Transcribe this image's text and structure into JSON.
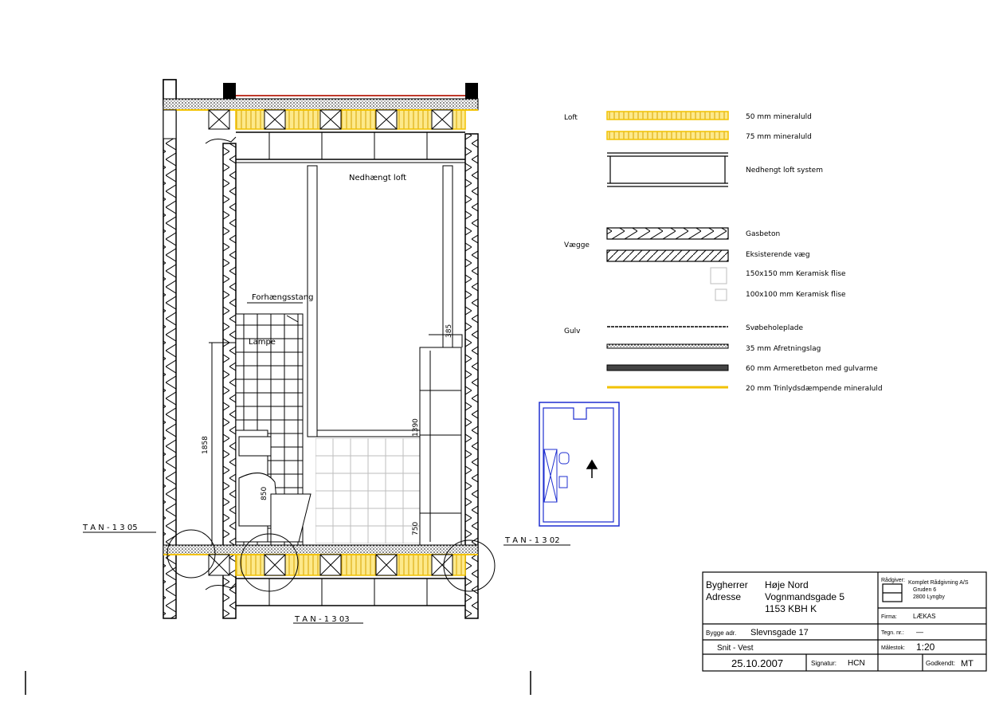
{
  "plan": {
    "labels": {
      "ceiling": "Nedhængt loft",
      "curtain_rod": "Forhængsstang",
      "lamp": "Lampe",
      "dim_1858": "1858",
      "dim_850": "850",
      "dim_1390": "1390",
      "dim_750": "750",
      "dim_385": "385"
    },
    "sections": {
      "left": "T A N - 1 3 05",
      "right": "T A N - 1 3 02",
      "bottom": "T A N - 1 3 03"
    }
  },
  "legend": {
    "groups": {
      "loft": "Loft",
      "vaegge": "Vægge",
      "gulv": "Gulv"
    },
    "items": {
      "l1": "50  mm  mineraluld",
      "l2": "75  mm  mineraluld",
      "l3": "Nedhengt  loft  system",
      "v1": "Gasbeton",
      "v2": "Eksisterende  væg",
      "v3": "150x150  mm  Keramisk  flise",
      "v4": "100x100  mm  Keramisk  flise",
      "g1": "Svøbeholeplade",
      "g2": "35  mm  Afretningslag",
      "g3": "60  mm  Armeretbeton  med  gulvarme",
      "g4": "20  mm  Trinlydsdæmpende  mineraluld"
    }
  },
  "title_block": {
    "bygherre_label": "Bygherrer",
    "bygherre_value": "Høje Nord",
    "adresse_label": "Adresse",
    "adresse_line1": "Vognmandsgade 5",
    "adresse_line2": "1153  KBH  K",
    "byggeadresse_label": "Bygge adr.",
    "byggeadresse_value": "Slevnsgade 17",
    "snit": "Snit  -  Vest",
    "date": "25.10.2007",
    "signatur_label": "Signatur:",
    "signatur_value": "HCN",
    "raadgiver_label": "Rådgiver:",
    "raadgiver_line1": "Komplet Rådgivning A/S",
    "raadgiver_line2": "Gruden 6",
    "raadgiver_line3": "2800 Lyngby",
    "firma_label": "Firma:",
    "firma_value": "LÆKAS",
    "tegn_label": "Tegn. nr.:",
    "tegn_value": "—",
    "maalestok_label": "Målestok:",
    "maalestok_value": "1:20",
    "godkendt_label": "Godkendt:",
    "godkendt_value": "MT"
  },
  "colors": {
    "line": "#000000",
    "insulation": "#f2c200",
    "insulation_fill": "#fde98a",
    "roof_red": "#c0392b",
    "keyplan_blue": "#1f2fd0",
    "joint_cyan": "#15a8c8",
    "tile_grey": "#bdbdbd"
  }
}
